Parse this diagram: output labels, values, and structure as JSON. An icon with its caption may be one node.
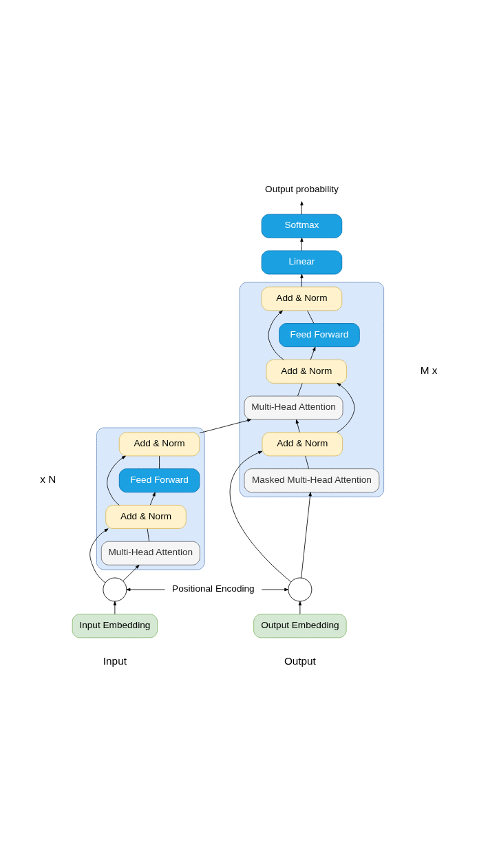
{
  "diagram": {
    "nodes": [
      {
        "text": [],
        "shape": "box"
      },
      {
        "text": [
          "Add & Norm"
        ],
        "in": 0
      },
      {
        "text": [
          "Feed Forward"
        ],
        "in": 0
      },
      {
        "text": [
          "Add & Norm"
        ],
        "in": 0
      },
      {
        "text": [
          "Multi-Head Attention"
        ],
        "in": 0
      },
      {
        "text": [],
        "shape": "box"
      },
      {
        "text": [
          "Add & Norm"
        ],
        "in": 5
      },
      {
        "text": [
          "Feed Forward"
        ],
        "in": 5
      },
      {
        "text": [
          "Add & Norm"
        ],
        "in": 5
      },
      {
        "text": [
          "Multi-Head Attention"
        ],
        "in": 5
      },
      {
        "text": [
          "Add & Norm"
        ],
        "in": 5
      },
      {
        "text": [
          "Masked Multi-Head Attention"
        ],
        "in": 5
      },
      {
        "text": [
          "Softmax"
        ]
      },
      {
        "text": [
          "Linear"
        ]
      },
      {
        "text": [
          "Output probability"
        ]
      },
      {
        "text": [],
        "shape": "circle"
      },
      {
        "text": [],
        "shape": "circle"
      },
      {
        "text": [
          "Input Embedding"
        ],
        "beside": [
          "Input"
        ]
      },
      {
        "text": [
          "Output Embedding"
        ],
        "beside": [
          "Output"
        ]
      },
      {
        "text": [
          "Positional Encoding"
        ]
      }
    ],
    "edges": [
      {
        "from": 17,
        "to": 15,
        "arrow": "to"
      },
      {
        "from": 19,
        "to": 15,
        "arrow": "to"
      },
      {
        "from": 19,
        "to": 16,
        "arrow": "to"
      },
      {
        "from": 18,
        "to": 16,
        "arrow": "to"
      },
      {
        "from": 15,
        "to": 4,
        "arrow": "to"
      },
      {
        "from": 15,
        "to": 3,
        "arrow": "to"
      },
      {
        "from": 4,
        "to": 3,
        "arrow": "none"
      },
      {
        "from": 3,
        "to": 2,
        "arrow": "to"
      },
      {
        "from": 3,
        "to": 1,
        "arrow": "to"
      },
      {
        "from": 2,
        "to": 1,
        "arrow": "none"
      },
      {
        "from": 1,
        "to": 9,
        "arrow": "to"
      },
      {
        "from": 16,
        "to": 11,
        "arrow": "to"
      },
      {
        "from": 16,
        "to": 10,
        "arrow": "to"
      },
      {
        "from": 11,
        "to": 10,
        "arrow": "none"
      },
      {
        "from": 10,
        "to": 9,
        "arrow": "to"
      },
      {
        "from": 10,
        "to": 8,
        "arrow": "to"
      },
      {
        "from": 9,
        "to": 8,
        "arrow": "none"
      },
      {
        "from": 8,
        "to": 7,
        "arrow": "to"
      },
      {
        "from": 8,
        "to": 6,
        "arrow": "to"
      },
      {
        "from": 7,
        "to": 6,
        "arrow": "none"
      },
      {
        "from": 6,
        "to": 13,
        "arrow": "to"
      },
      {
        "from": 13,
        "to": 12,
        "arrow": "to"
      },
      {
        "from": 12,
        "to": 14,
        "arrow": "to"
      }
    ],
    "labels": [
      "M x",
      "x N"
    ]
  }
}
